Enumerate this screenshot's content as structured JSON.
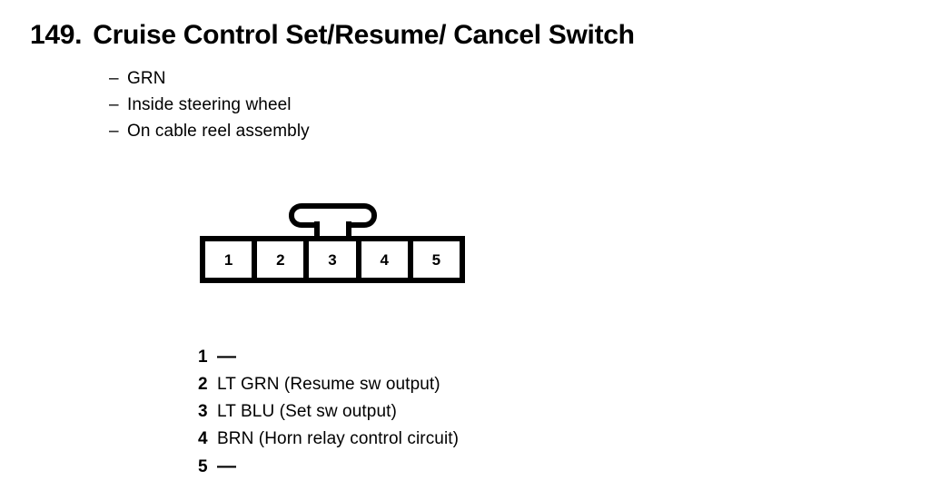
{
  "title": {
    "number": "149.",
    "text": "Cruise Control Set/Resume/ Cancel Switch"
  },
  "notes": {
    "dash": "–",
    "items": [
      "GRN",
      "Inside steering wheel",
      "On cable reel assembly"
    ]
  },
  "connector": {
    "pin_count": 5,
    "pins": [
      "1",
      "2",
      "3",
      "4",
      "5"
    ],
    "latch_position_pin": "3",
    "colors": {
      "line": "#000000",
      "fill": "#ffffff"
    }
  },
  "legend": {
    "rows": [
      {
        "pin": "1",
        "desc": "—"
      },
      {
        "pin": "2",
        "desc": "LT GRN (Resume sw output)"
      },
      {
        "pin": "3",
        "desc": "LT BLU (Set sw output)"
      },
      {
        "pin": "4",
        "desc": "BRN (Horn relay control circuit)"
      },
      {
        "pin": "5",
        "desc": "—"
      }
    ]
  }
}
